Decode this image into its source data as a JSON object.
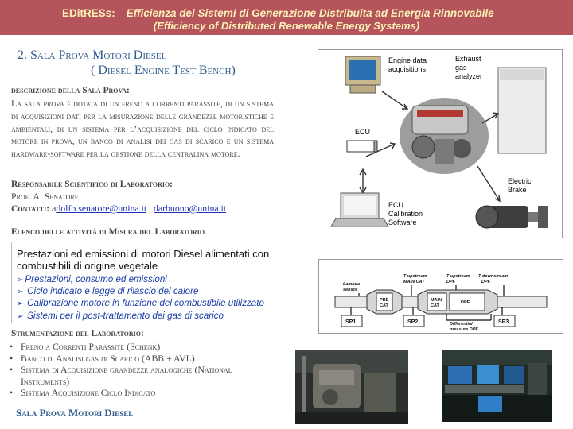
{
  "banner": {
    "app": "EDitRESs:",
    "title": "Efficienza dei Sistemi di Generazione Distribuita ad Energia Rinnovabile",
    "subtitle": "(Efficiency of Distributed Renewable Energy Systems)"
  },
  "section": {
    "title": "2. Sala Prova Motori Diesel",
    "subtitle": "( Diesel Engine Test Bench)"
  },
  "description": {
    "heading": "descrizione della Sala Prova:",
    "body": "La sala prova è dotata di un freno a correnti parassite, di un sistema di acquisizioni dati per la misurazione delle grandezze motoristiche e ambientali, di un sistema per l’acquisizione del ciclo indicato del motore in prova, un banco di analisi dei gas di scarico e un sistema hardware-software per la gestione della centralina motore."
  },
  "responsible": {
    "heading": "Responsabile Scientifico di Laboratorio:",
    "name": "Prof. A. Senatore",
    "contacts_label": "Contatti:",
    "contact_prefix": "a",
    "email1": "dolfo.senatore@unina.it",
    "separator": " , ",
    "email2": "darbuono@unina.it"
  },
  "activities": {
    "heading": "Elenco delle attività di Misura del Laboratorio",
    "main": "Prestazioni ed emissioni di motori Diesel alimentati con combustibili di origine vegetale",
    "items": [
      "Prestazioni, consumo ed emissioni",
      "Ciclo indicato e legge di rilascio del calore",
      "Calibrazione motore in funzione del combustibile utilizzato",
      "Sistemi per il post-trattamento dei gas di scarico"
    ]
  },
  "instrumentation": {
    "heading": "Strumentazione del Laboratorio:",
    "items": [
      "Freno a Correnti Parassite (Schenk)",
      "Banco di Analisi gas di Scarico (ABB + AVL)",
      "Sistema di Acquisizione grandezze analogiche (National Instruments)",
      "Sistema Acquisizione Ciclo Indicato"
    ]
  },
  "footer": {
    "title": "Sala Prova Motori Diesel"
  },
  "setup_diagram": {
    "labels": {
      "engine_data": [
        "Engine data",
        "acquisitions"
      ],
      "exhaust": [
        "Exhaust",
        "gas",
        "analyzer"
      ],
      "ecu": "ECU",
      "brake": [
        "Electric",
        "Brake"
      ],
      "calibration": [
        "ECU",
        "Calibration",
        "Software"
      ]
    }
  },
  "exhaust_diagram": {
    "lambda": [
      "Lambda",
      "sensor"
    ],
    "t_upstream_main": [
      "T upstream",
      "MAIN CAT"
    ],
    "t_upstream_dpf": [
      "T upstream",
      "DPF"
    ],
    "t_downstream_dpf": [
      "T downstream",
      "DPF"
    ],
    "pre_cat": [
      "PRE",
      "CAT"
    ],
    "main_cat": [
      "MAIN",
      "CAT"
    ],
    "dpf": "DPF",
    "sp1": "SP1",
    "sp2": "SP2",
    "sp3": "SP3",
    "differential": [
      "Differential",
      "pressure DPF"
    ]
  },
  "colors": {
    "banner_bg": "#b5555b",
    "banner_text": "#fbf1b7",
    "title_blue": "#2f5c8f",
    "item_blue": "#1b3da8",
    "link_blue": "#1a2fb5"
  }
}
